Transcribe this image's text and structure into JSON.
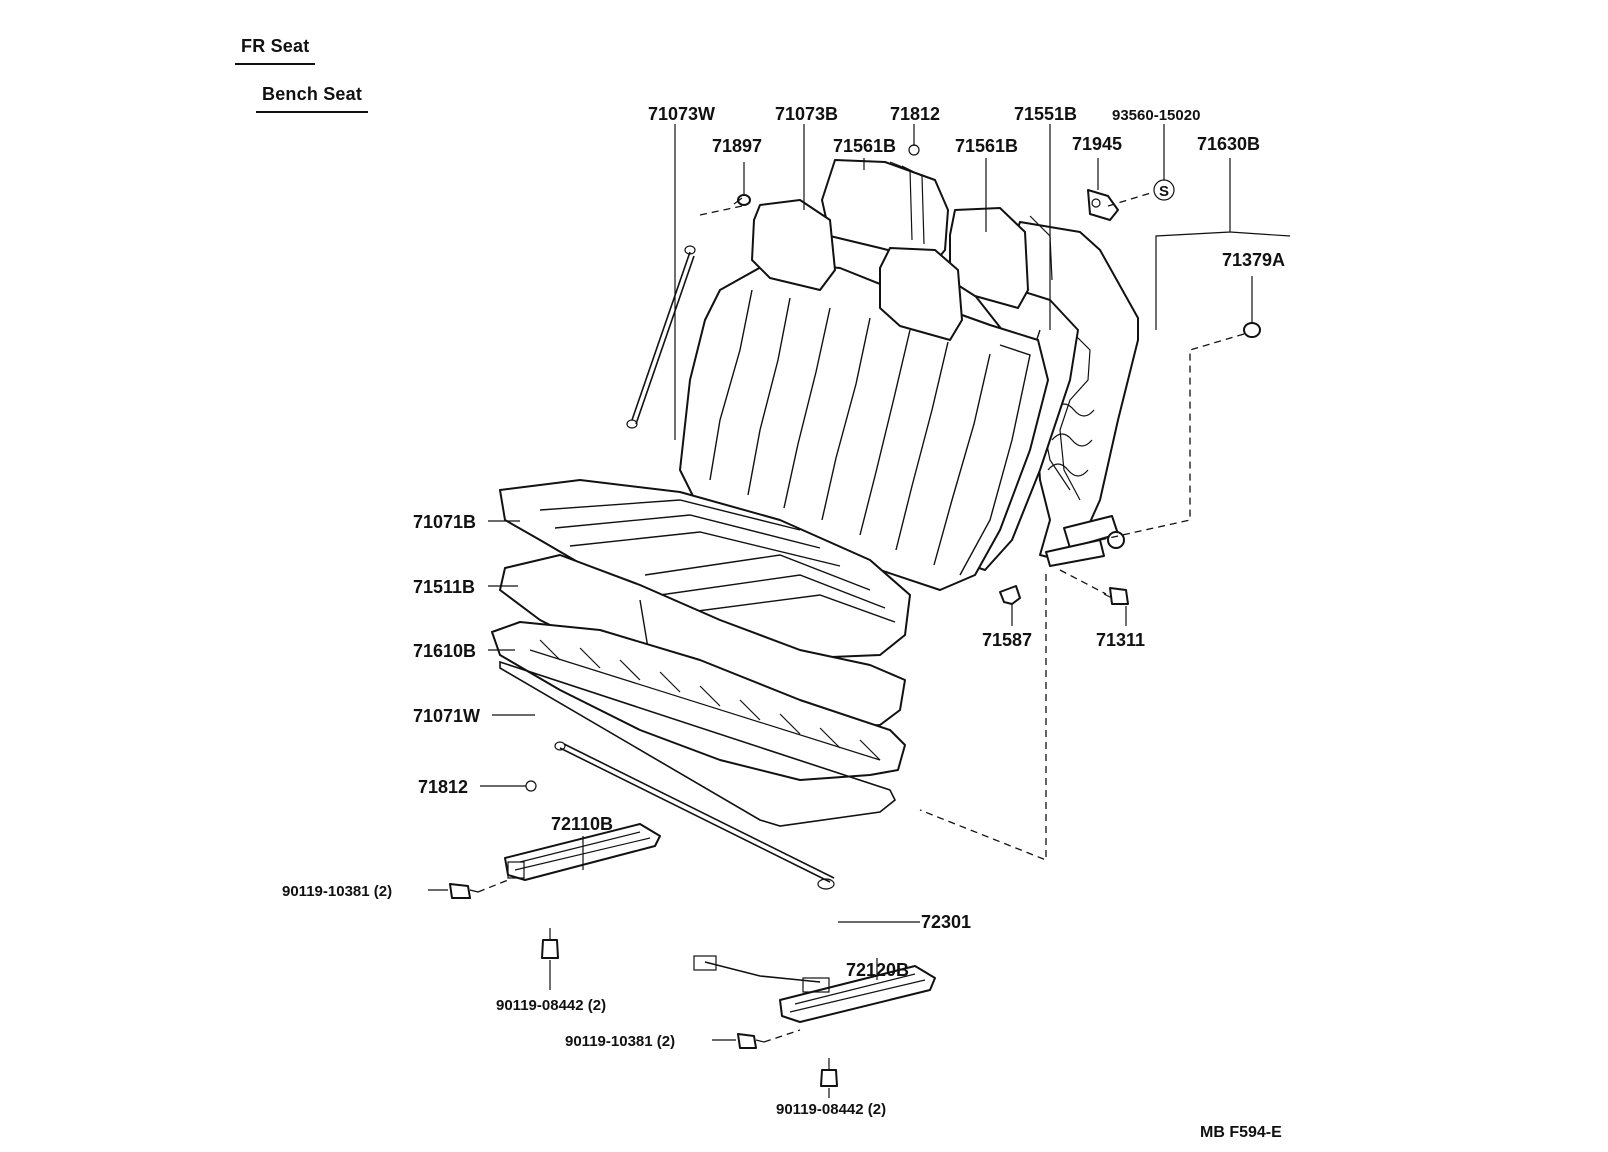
{
  "headings": {
    "section": "FR Seat",
    "subsection": "Bench Seat"
  },
  "diagram_code": "MB  F594-E",
  "parts": {
    "p71073W": "71073W",
    "p71073B": "71073B",
    "p71812_top": "71812",
    "p71551B": "71551B",
    "p93560": "93560-15020",
    "p71897": "71897",
    "p71561B_a": "71561B",
    "p71561B_b": "71561B",
    "p71945": "71945",
    "p71630B": "71630B",
    "p71379A": "71379A",
    "p71071B": "71071B",
    "p71511B": "71511B",
    "p71610B": "71610B",
    "p71071W": "71071W",
    "p71812_low": "71812",
    "p72110B": "72110B",
    "p71587": "71587",
    "p71311": "71311",
    "p72301": "72301",
    "p90119_10381_a": "90119-10381 (2)",
    "p90119_08442_a": "90119-08442 (2)",
    "p72120B": "72120B",
    "p90119_10381_b": "90119-10381 (2)",
    "p90119_08442_b": "90119-08442 (2)"
  },
  "symbols": {
    "s_mark": "S"
  }
}
